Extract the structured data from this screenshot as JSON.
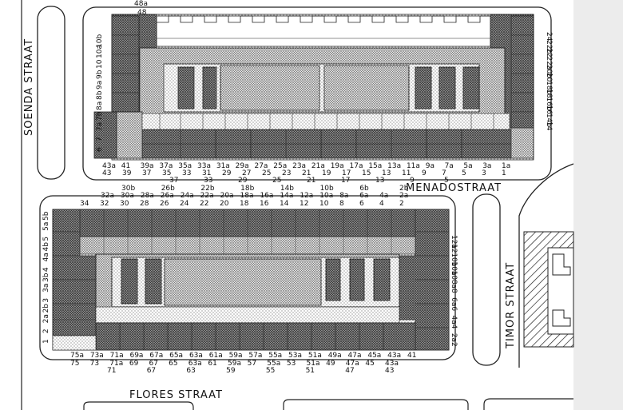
{
  "streets": {
    "soenda": "SOENDA STRAAT",
    "menado": "MENADOSTRAAT",
    "timor": "TIMOR STRAAT",
    "flores": "FLORES STRAAT"
  },
  "block_top": {
    "top_label_a": "48a",
    "top_label_b": "48",
    "left_side_numbers": [
      "10b",
      "10a",
      "10",
      "9b",
      "9a",
      "8b",
      "8a",
      "7b",
      "7a",
      "7",
      "6"
    ],
    "right_side_numbers": [
      "24",
      "22b",
      "22",
      "22a",
      "20b",
      "20",
      "18b",
      "18",
      "16b",
      "16",
      "14b",
      "14"
    ],
    "bottom_row_1": [
      "43a",
      "41",
      "39a",
      "37a",
      "35a",
      "33a",
      "31a",
      "29a",
      "27a",
      "25a",
      "23a",
      "21a",
      "19a",
      "17a",
      "15a",
      "13a",
      "11a",
      "9a",
      "7a",
      "5a",
      "3a",
      "1a"
    ],
    "bottom_row_2": [
      "43",
      "39",
      "37",
      "35",
      "33",
      "31",
      "29",
      "27",
      "25",
      "23",
      "21",
      "19",
      "17",
      "15",
      "13",
      "11",
      "9",
      "7",
      "5",
      "3",
      "1"
    ],
    "bottom_row_3": [
      "37",
      "33",
      "29",
      "25",
      "21",
      "17",
      "13",
      "9",
      "5"
    ]
  },
  "block_bottom": {
    "top_row_1": [
      "30b",
      "26b",
      "22b",
      "18b",
      "14b",
      "10b",
      "6b",
      "2b"
    ],
    "top_row_2": [
      "32a",
      "30a",
      "28a",
      "26a",
      "24a",
      "22a",
      "20a",
      "18a",
      "16a",
      "14a",
      "12a",
      "10a",
      "8a",
      "6a",
      "4a",
      "2a"
    ],
    "top_row_3": [
      "34",
      "32",
      "30",
      "28",
      "26",
      "24",
      "22",
      "20",
      "18",
      "16",
      "14",
      "12",
      "10",
      "8",
      "6",
      "4",
      "2"
    ],
    "left_side_numbers": [
      "5b",
      "5a",
      "5",
      "4b",
      "4a",
      "4",
      "3b",
      "3a",
      "3",
      "2b",
      "2a",
      "2",
      "1"
    ],
    "right_side_numbers": [
      "12a",
      "12",
      "10b",
      "10a",
      "10",
      "8a",
      "8",
      "6a",
      "6",
      "4a",
      "4",
      "2a",
      "2"
    ],
    "bottom_row_1": [
      "75a",
      "73a",
      "71a",
      "69a",
      "67a",
      "65a",
      "63a",
      "61a",
      "59a",
      "57a",
      "55a",
      "53a",
      "51a",
      "49a",
      "47a",
      "45a",
      "43a",
      "41"
    ],
    "bottom_row_2": [
      "75",
      "73",
      "71a",
      "69",
      "67",
      "65",
      "63a",
      "61",
      "59a",
      "57",
      "55a",
      "53",
      "51a",
      "49",
      "47a",
      "45",
      "43a"
    ],
    "bottom_row_3": [
      "71",
      "67",
      "63",
      "59",
      "55",
      "51",
      "47",
      "43"
    ]
  }
}
